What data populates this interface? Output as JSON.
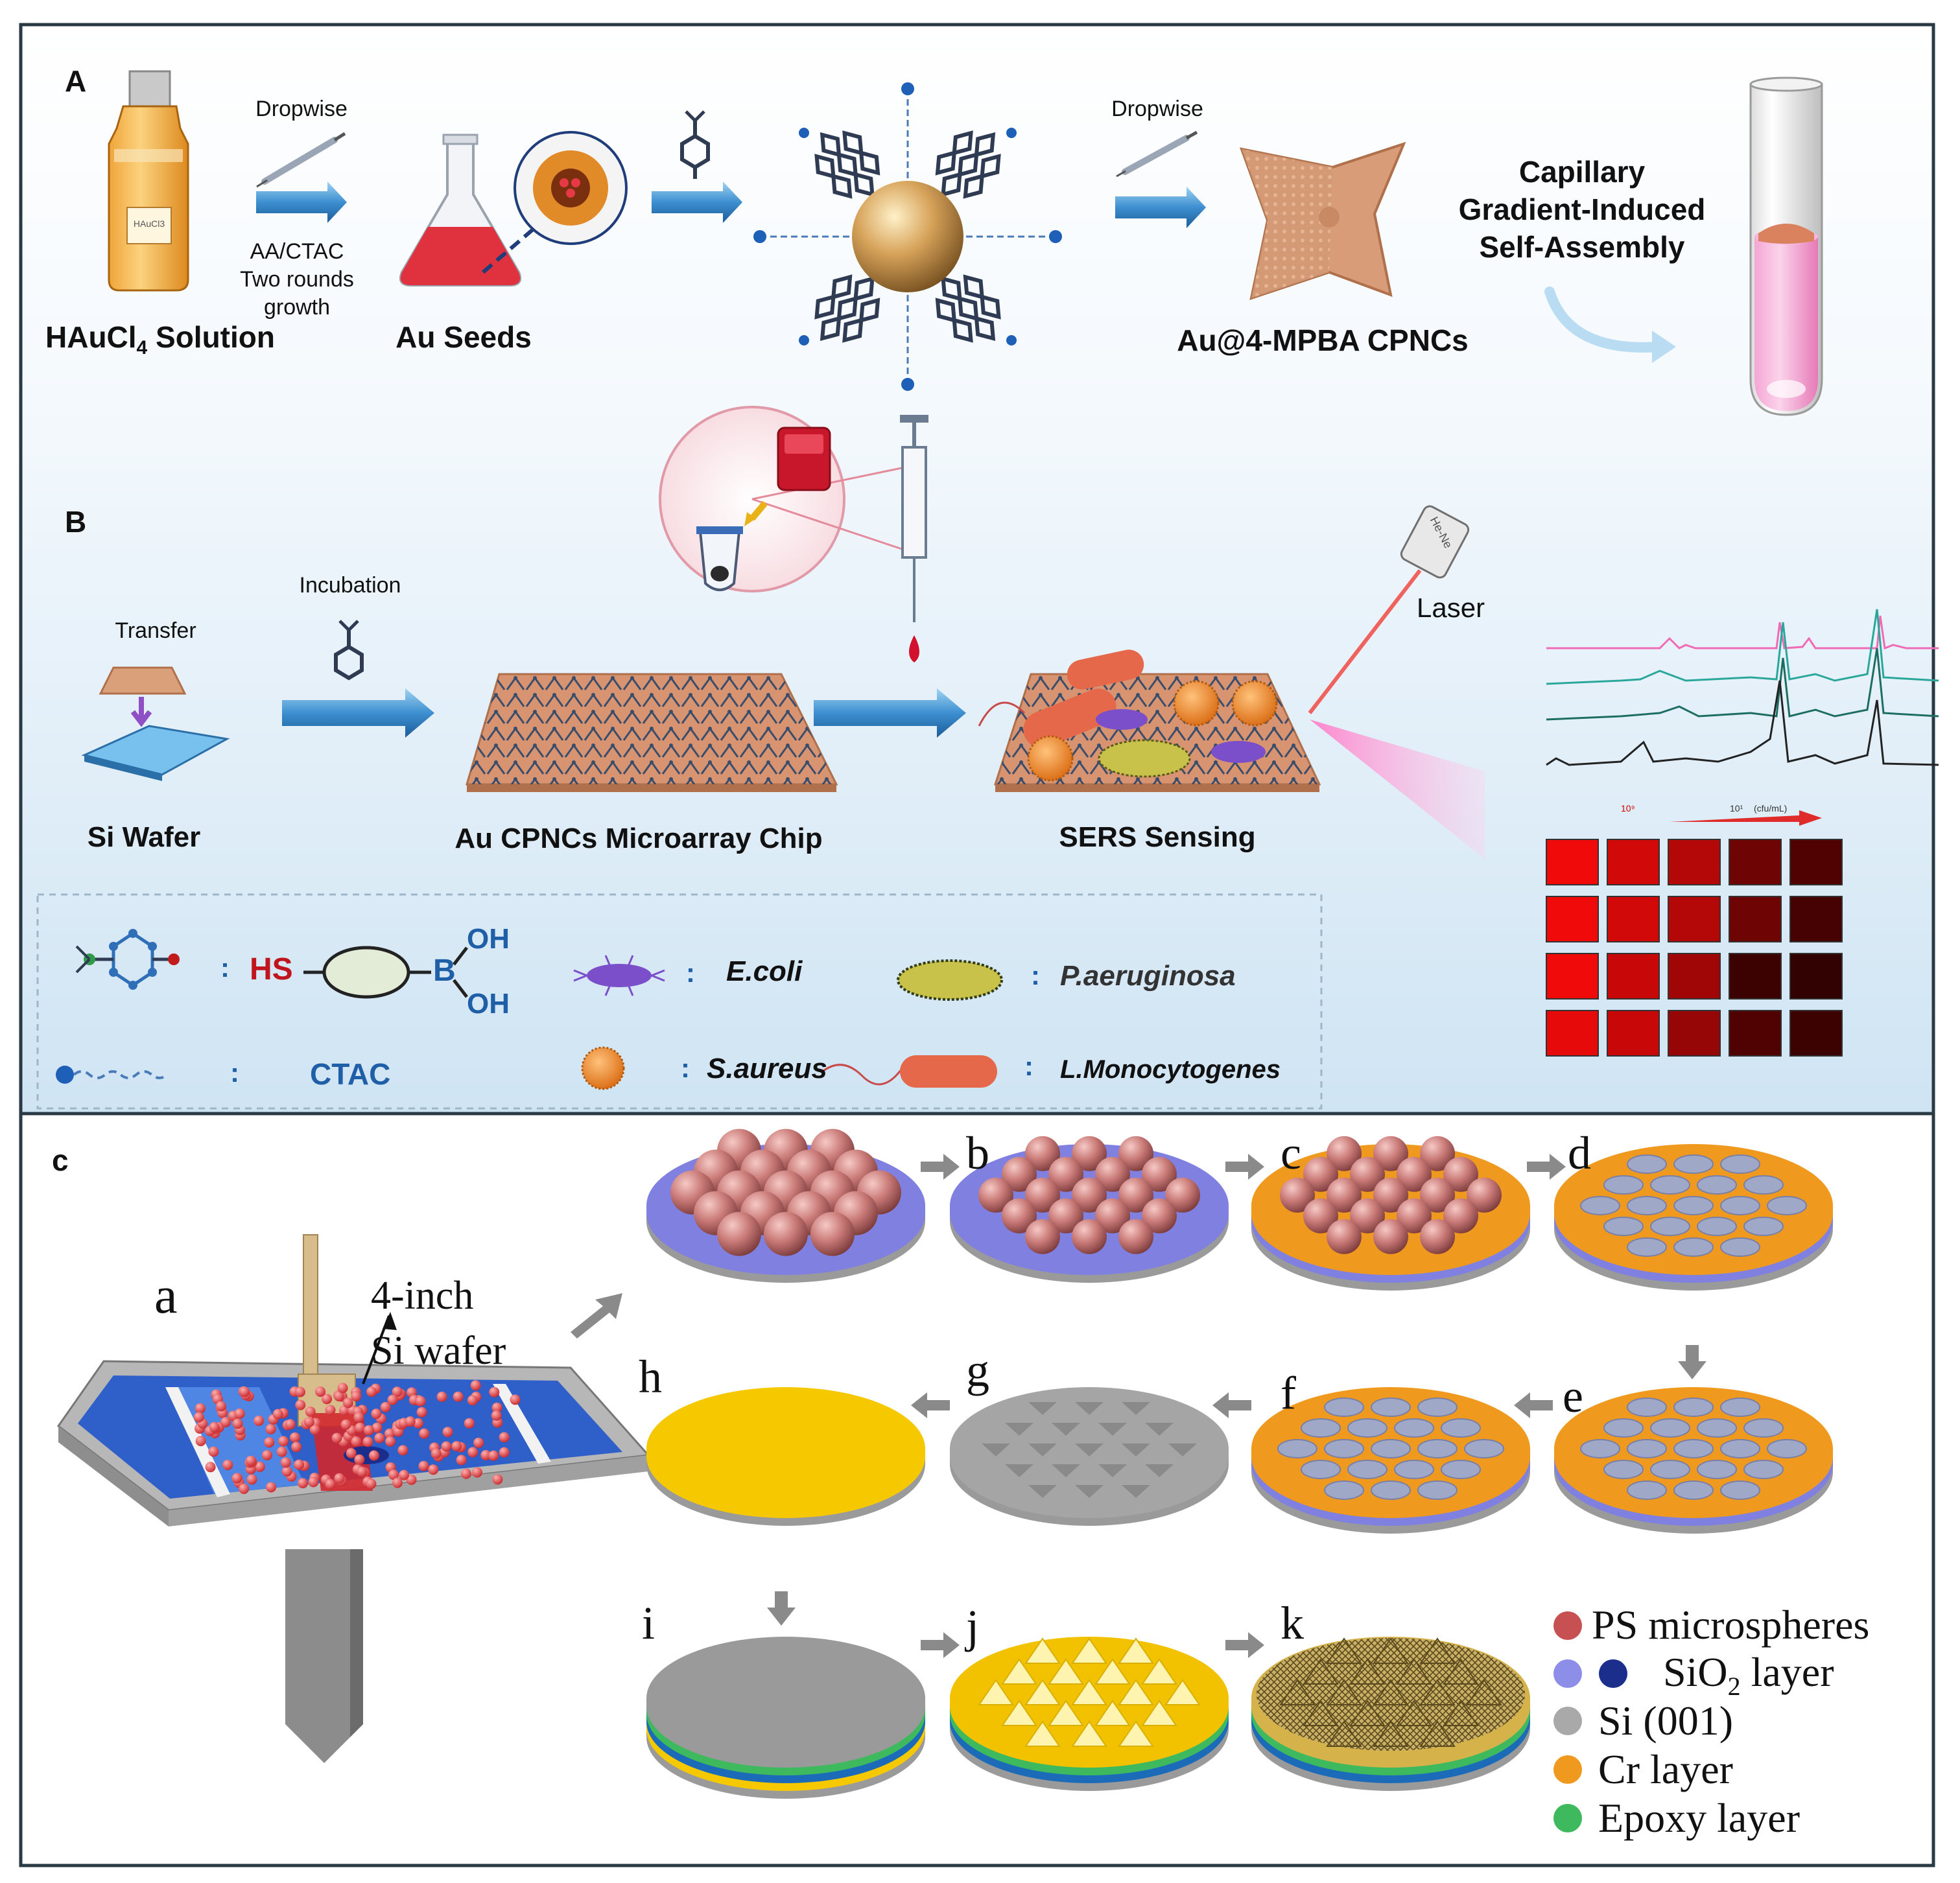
{
  "panel_a": {
    "label": "A",
    "step1": {
      "above": "Dropwise",
      "below": [
        "AA/CTAC",
        "Two rounds",
        "growth"
      ]
    },
    "bottle_tag": "HAuCl3",
    "hauc_label": "HAuCl",
    "hauc_sub": "4",
    "hauc_suffix": " Solution",
    "seeds_label": "Au Seeds",
    "step3_above": "Dropwise",
    "cpnc_label": "Au@4-MPBA CPNCs",
    "assembly_label": [
      "Capillary",
      "Gradient-Induced",
      "Self-Assembly"
    ]
  },
  "panel_b": {
    "label": "B",
    "transfer": "Transfer",
    "incubation": "Incubation",
    "si_wafer": "Si Wafer",
    "chip": "Au CPNCs Microarray Chip",
    "sers": "SERS Sensing",
    "laser": "Laser",
    "laser_tag": "He-Ne",
    "heatmap_header": [
      "10⁹",
      "10¹",
      "(cfu/mL)"
    ],
    "legend": {
      "mpba_hs": "HS",
      "mpba_b": "B",
      "mpba_oh": "OH",
      "sep": ":",
      "ctac": "CTAC",
      "ecoli": "E.coli",
      "saureus": "S.aureus",
      "paeruginosa": "P.aeruginosa",
      "lmono": "L.Monocytogenes"
    },
    "colors": {
      "ecoli": "#7b4fc9",
      "saureus": "#e8842a",
      "pa": "#c8c24a",
      "lm": "#e5684a",
      "spec1": "#f06bb5",
      "spec2": "#2aa79b",
      "spec3": "#1d6e62",
      "spec4": "#222222"
    }
  },
  "panel_c": {
    "label": "c",
    "wafer_label": [
      "4-inch",
      "Si wafer"
    ],
    "steps": [
      "a",
      "b",
      "c",
      "d",
      "e",
      "f",
      "g",
      "h",
      "i",
      "j",
      "k"
    ],
    "legend": [
      {
        "label": "PS microspheres",
        "color": "#c75052"
      },
      {
        "label": "SiO",
        "sub": "2",
        "suffix": " layer",
        "color": "#8c8ee8",
        "color2": "#1b2e8c"
      },
      {
        "label": "Si (001)",
        "color": "#a9a9a9"
      },
      {
        "label": "Cr layer",
        "color": "#ef9a1f"
      },
      {
        "label": "Epoxy layer",
        "color": "#3fb95e"
      }
    ]
  }
}
